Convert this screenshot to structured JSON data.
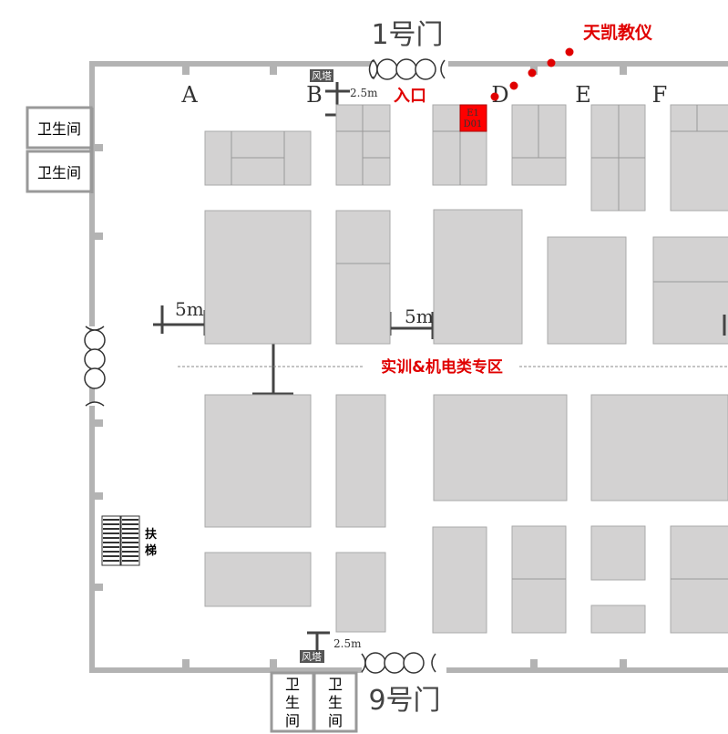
{
  "gates": {
    "gate1": "1号门",
    "gate9": "9号门"
  },
  "vent_label": "风塔",
  "entrance_label": "入口",
  "exhibitor": {
    "name": "天凯教仪",
    "booth_line1": "E1",
    "booth_line2": "D01"
  },
  "zone_label": "实训&机电类专区",
  "row_labels": [
    "A",
    "B",
    "D",
    "E",
    "F"
  ],
  "distances": {
    "two_five_top": "2.5m",
    "two_five_bottom": "2.5m",
    "five_left": "5m",
    "five_mid": "5m"
  },
  "restrooms": {
    "top": "卫生间",
    "middle": "卫生间",
    "bottom_a": [
      "卫",
      "生",
      "间"
    ],
    "bottom_b": [
      "卫",
      "生",
      "间"
    ]
  },
  "escalator_label": [
    "扶",
    "梯"
  ],
  "colors": {
    "booth": "#d3d2d2",
    "wall": "#b3b3b3",
    "highlight": "#e00000",
    "marker": "#444444"
  }
}
